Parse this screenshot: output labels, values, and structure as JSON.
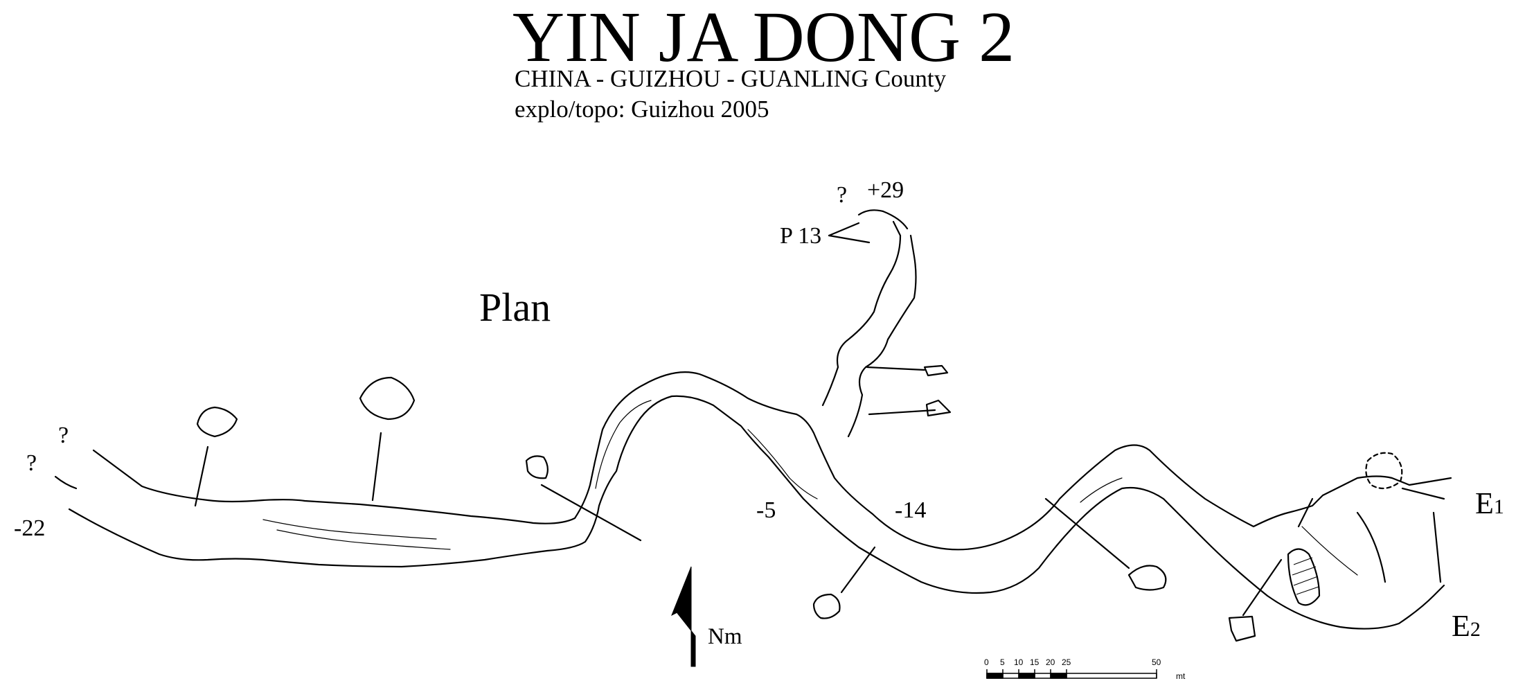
{
  "header": {
    "title": "YIN JA DONG 2",
    "subtitle": "CHINA - GUIZHOU - GUANLING County",
    "credits": "explo/topo: Guizhou 2005"
  },
  "map": {
    "view_label": "Plan",
    "north_label": "Nm",
    "depth_labels": {
      "west_end": "-22",
      "mid_a": "-5",
      "mid_b": "-14",
      "top": "+29"
    },
    "pitch_label": "P 13",
    "question_marks": [
      "?",
      "?",
      "?"
    ],
    "entrances": {
      "e1_letter": "E",
      "e1_index": "1",
      "e2_letter": "E",
      "e2_index": "2"
    },
    "scale_bar": {
      "ticks": [
        "0",
        "5",
        "10",
        "15",
        "20",
        "25",
        "50"
      ],
      "unit": "mt"
    }
  }
}
